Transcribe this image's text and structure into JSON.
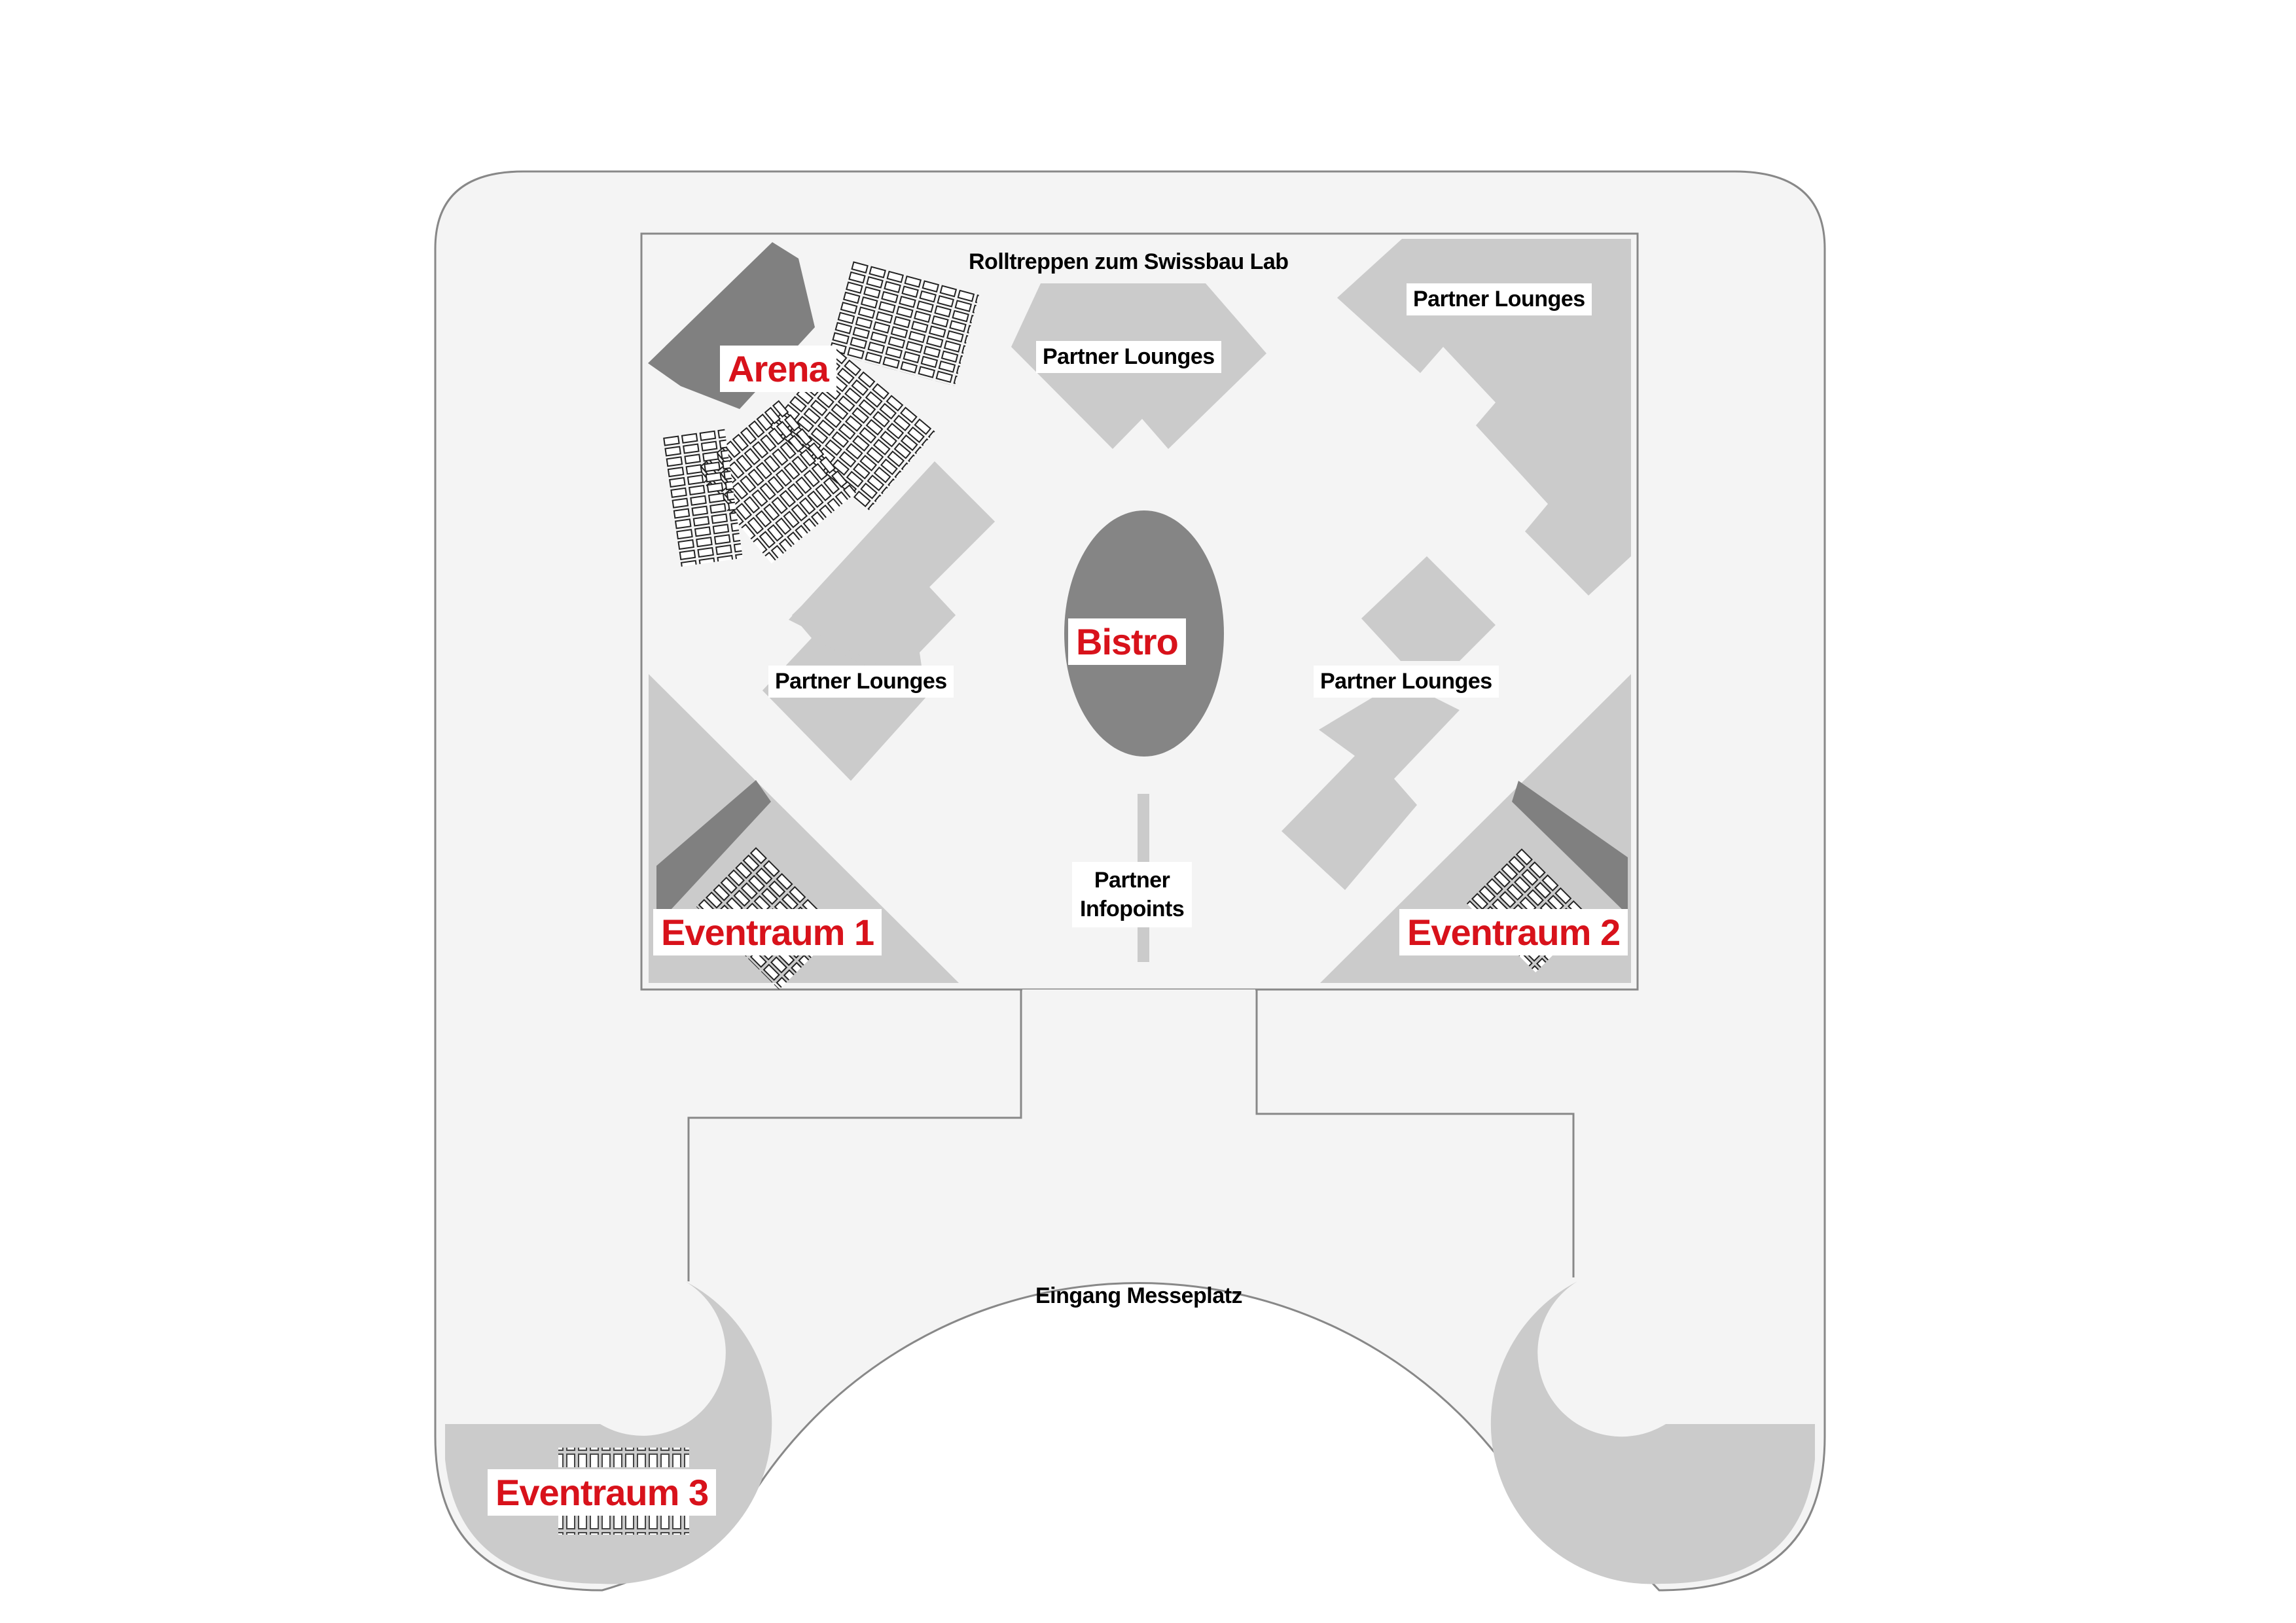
{
  "colors": {
    "hall_fill": "#f4f4f4",
    "outline": "#888888",
    "area_light": "#cbcbcb",
    "area_dark": "#858585",
    "stage_dark": "#808080",
    "zone_label": "#d8121b",
    "text": "#000000"
  },
  "labels": {
    "escalators": "Rolltreppen zum Swissbau Lab",
    "partner_lounges_top": "Partner Lounges",
    "partner_lounges_top_right": "Partner Lounges",
    "partner_lounges_left": "Partner Lounges",
    "partner_lounges_right": "Partner Lounges",
    "partner_infopoints_line1": "Partner",
    "partner_infopoints_line2": "Infopoints",
    "entrance": "Eingang Messeplatz"
  },
  "zones": {
    "arena": "Arena",
    "bistro": "Bistro",
    "eventraum_1": "Eventraum 1",
    "eventraum_2": "Eventraum 2",
    "eventraum_3": "Eventraum 3"
  }
}
